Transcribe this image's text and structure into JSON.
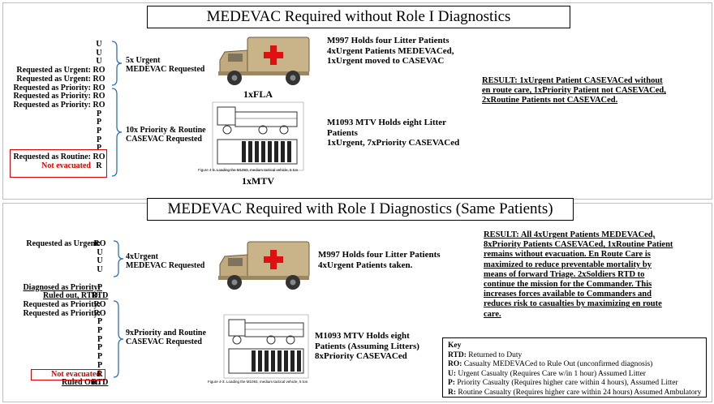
{
  "top": {
    "title": "MEDEVAC Required without Role I Diagnostics",
    "left_labels": [
      "",
      "",
      "",
      "Requested as Urgent:",
      "Requested as Urgent:",
      "Requested as Priority:",
      "Requested as Priority:",
      "Requested as Priority:",
      "",
      "",
      "",
      "",
      "",
      "Requested as Routine:",
      "Not evacuated"
    ],
    "codes": [
      "U",
      "U",
      "U",
      "RO",
      "RO",
      "RO",
      "RO",
      "RO",
      "P",
      "P",
      "P",
      "P",
      "P",
      "RO",
      "R"
    ],
    "group1_label": "5x Urgent\nMEDEVAC Requested",
    "group2_label": "10x Priority & Routine\nCASEVAC Requested",
    "fla_caption": "1xFLA",
    "mtv_caption": "1xMTV",
    "fla_text": [
      "M997 Holds four Litter Patients",
      "4xUrgent Patients MEDEVACed,",
      "1xUrgent moved to CASEVAC"
    ],
    "mtv_text": [
      "M1093 MTV Holds eight Litter",
      "Patients",
      "1xUrgent, 7xPriority CASEVACed"
    ],
    "figure_caption": "Figure 4-3.  Loading the M1093, medium tactical vehicle, 5 ton",
    "result": [
      "RESULT:  1xUrgent Patient CASEVACed without",
      "en route care, 1xPriority Patient not CASEVACed,",
      "2xRoutine Patients not CASEVACed."
    ]
  },
  "bottom": {
    "title": "MEDEVAC Required with Role I Diagnostics (Same Patients)",
    "left_labels": [
      "Requested as Urgent:",
      "",
      "",
      "",
      "",
      "Diagnosed as Priority:",
      "Ruled out, RTD:",
      "Requested as Priority:",
      "Requested as Priority:",
      "",
      "",
      "",
      "",
      "",
      "",
      "Not evacuated",
      "Ruled Out:"
    ],
    "codes": [
      "RO",
      "U",
      "U",
      "U",
      "",
      "P",
      "RTD",
      "RO",
      "RO",
      "P",
      "P",
      "P",
      "P",
      "P",
      "P",
      "R",
      "RTD"
    ],
    "group1_label": "4xUrgent\nMEDEVAC Requested",
    "group2_label": "9xPriority and Routine\nCASEVAC Requested",
    "fla_text": [
      "M997 Holds four Litter Patients",
      "4xUrgent Patients taken."
    ],
    "mtv_text": [
      "M1093 MTV Holds eight",
      "Patients (Assuming Litters)",
      "8xPriority CASEVACed"
    ],
    "figure_caption": "Figure 4-3.  Loading the M1093, medium tactical vehicle, 5 ton",
    "result": [
      "RESULT:  All 4xUrgent Patients MEDEVACed,",
      "8xPriority Patients CASEVACed, 1xRoutine Patient",
      "remains without evacuation.  En Route Care is",
      "maximized to reduce preventable mortality by",
      "means of forward Triage.  2xSoldiers RTD to",
      "continue the mission for the Commander.  This",
      "increases forces available to Commanders and",
      "reduces risk to casualties by maximizing en route",
      "care."
    ]
  },
  "key": {
    "title": "Key",
    "items": [
      {
        "code": "RTD:",
        "text": " Returned to Duty"
      },
      {
        "code": "RO:",
        "text": " Casualty MEDEVACed to Rule Out (unconfirmed diagnosis)"
      },
      {
        "code": "U:",
        "text": " Urgent Casualty (Requires Care w/in 1 hour) Assumed Litter"
      },
      {
        "code": "P:",
        "text": " Priority Casualty (Requires higher care within 4 hours), Assumed Litter"
      },
      {
        "code": "R:",
        "text": "  Routine Casualty (Requires higher care within 24 hours) Assumed Ambulatory"
      }
    ]
  },
  "colors": {
    "accent_red": "#e00000",
    "bracket_blue": "#2e6fc0",
    "vehicle_tan": "#c9b48a"
  },
  "icons": [
    "ambulance-icon",
    "red-cross-icon",
    "mtv-truck-icon",
    "litter-rack-icon"
  ]
}
